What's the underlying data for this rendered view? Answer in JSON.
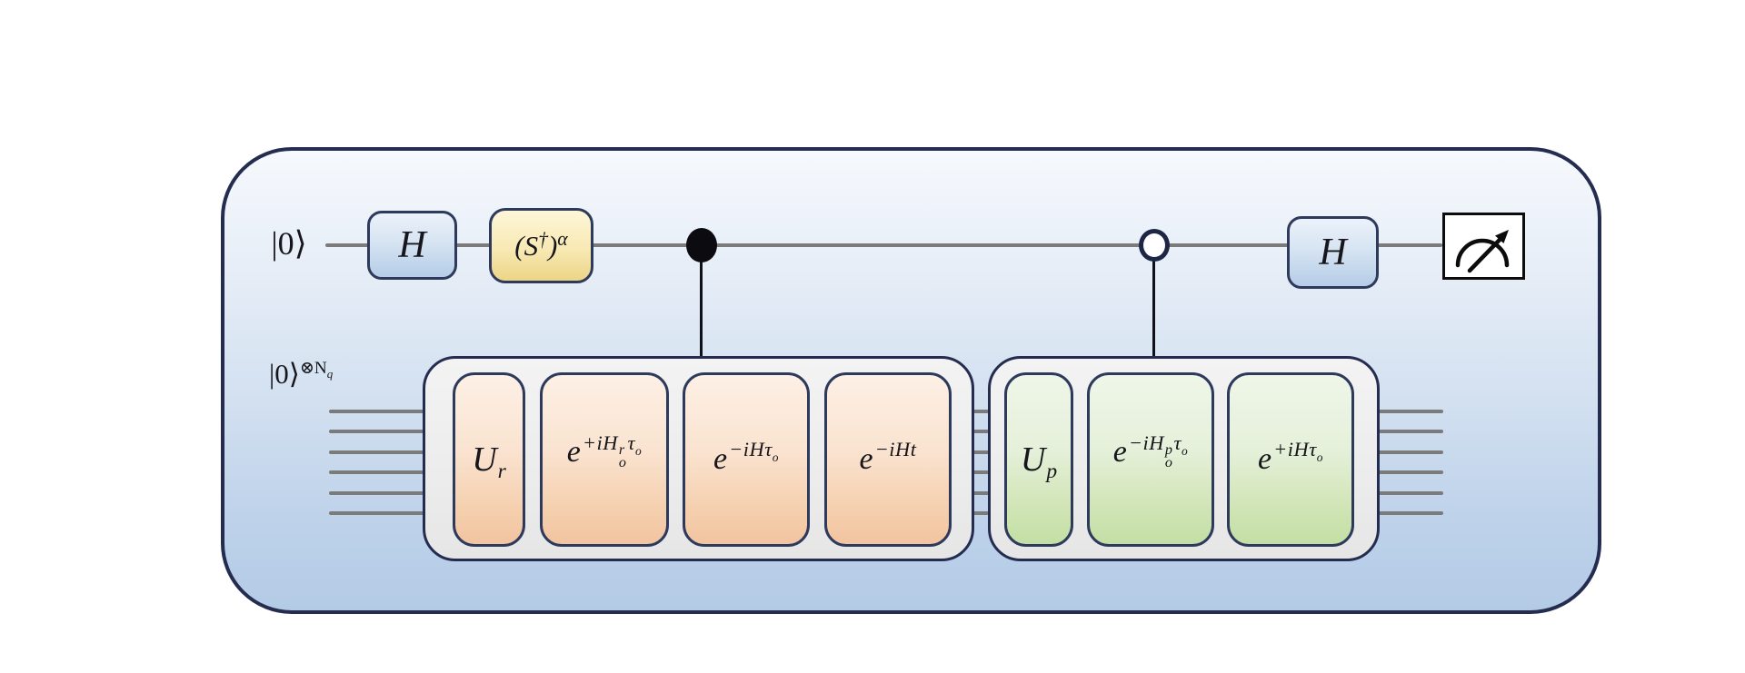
{
  "circuit": {
    "kind": "quantum-circuit-diagram",
    "colors": {
      "frame_border": "#242c50",
      "frame_bg_top": "#f6f9fd",
      "frame_bg_bottom": "#b4cbe6",
      "wire": "#7b7b7b",
      "gate_border": "#2d3a5c",
      "hadamard_fill": "#c9daee",
      "s_gate_fill": "#f2dd9a",
      "reactant_gate_fill": "#f5cfae",
      "product_gate_fill": "#cfe4b4",
      "group_fill": "#ececec",
      "measure_fill": "#ffffff"
    },
    "ancilla": {
      "ket": "|0⟩",
      "h1": "H",
      "s_open": "(S",
      "s_dagger": "†",
      "s_close": ")",
      "s_exp": "α",
      "h2": "H"
    },
    "system": {
      "ket": "|0⟩",
      "ket_sup": "⊗N",
      "ket_sup_sub": "q",
      "wire_count": 6
    },
    "reactant": {
      "gates": [
        {
          "base": "U",
          "sub": "r"
        },
        {
          "base": "e",
          "sup1": "+iH",
          "hsup": "r",
          "hsub": "o",
          "sup2": "τ",
          "sup2sub": "o"
        },
        {
          "base": "e",
          "sup1": "−iH",
          "sup2": "τ",
          "sup2sub": "o"
        },
        {
          "base": "e",
          "sup1": "−iHt"
        }
      ]
    },
    "product": {
      "gates": [
        {
          "base": "U",
          "sub": "p"
        },
        {
          "base": "e",
          "sup1": "−iH",
          "hsup": "p",
          "hsub": "o",
          "sup2": "τ",
          "sup2sub": "o"
        },
        {
          "base": "e",
          "sup1": "+iH",
          "sup2": "τ",
          "sup2sub": "o"
        }
      ]
    }
  }
}
